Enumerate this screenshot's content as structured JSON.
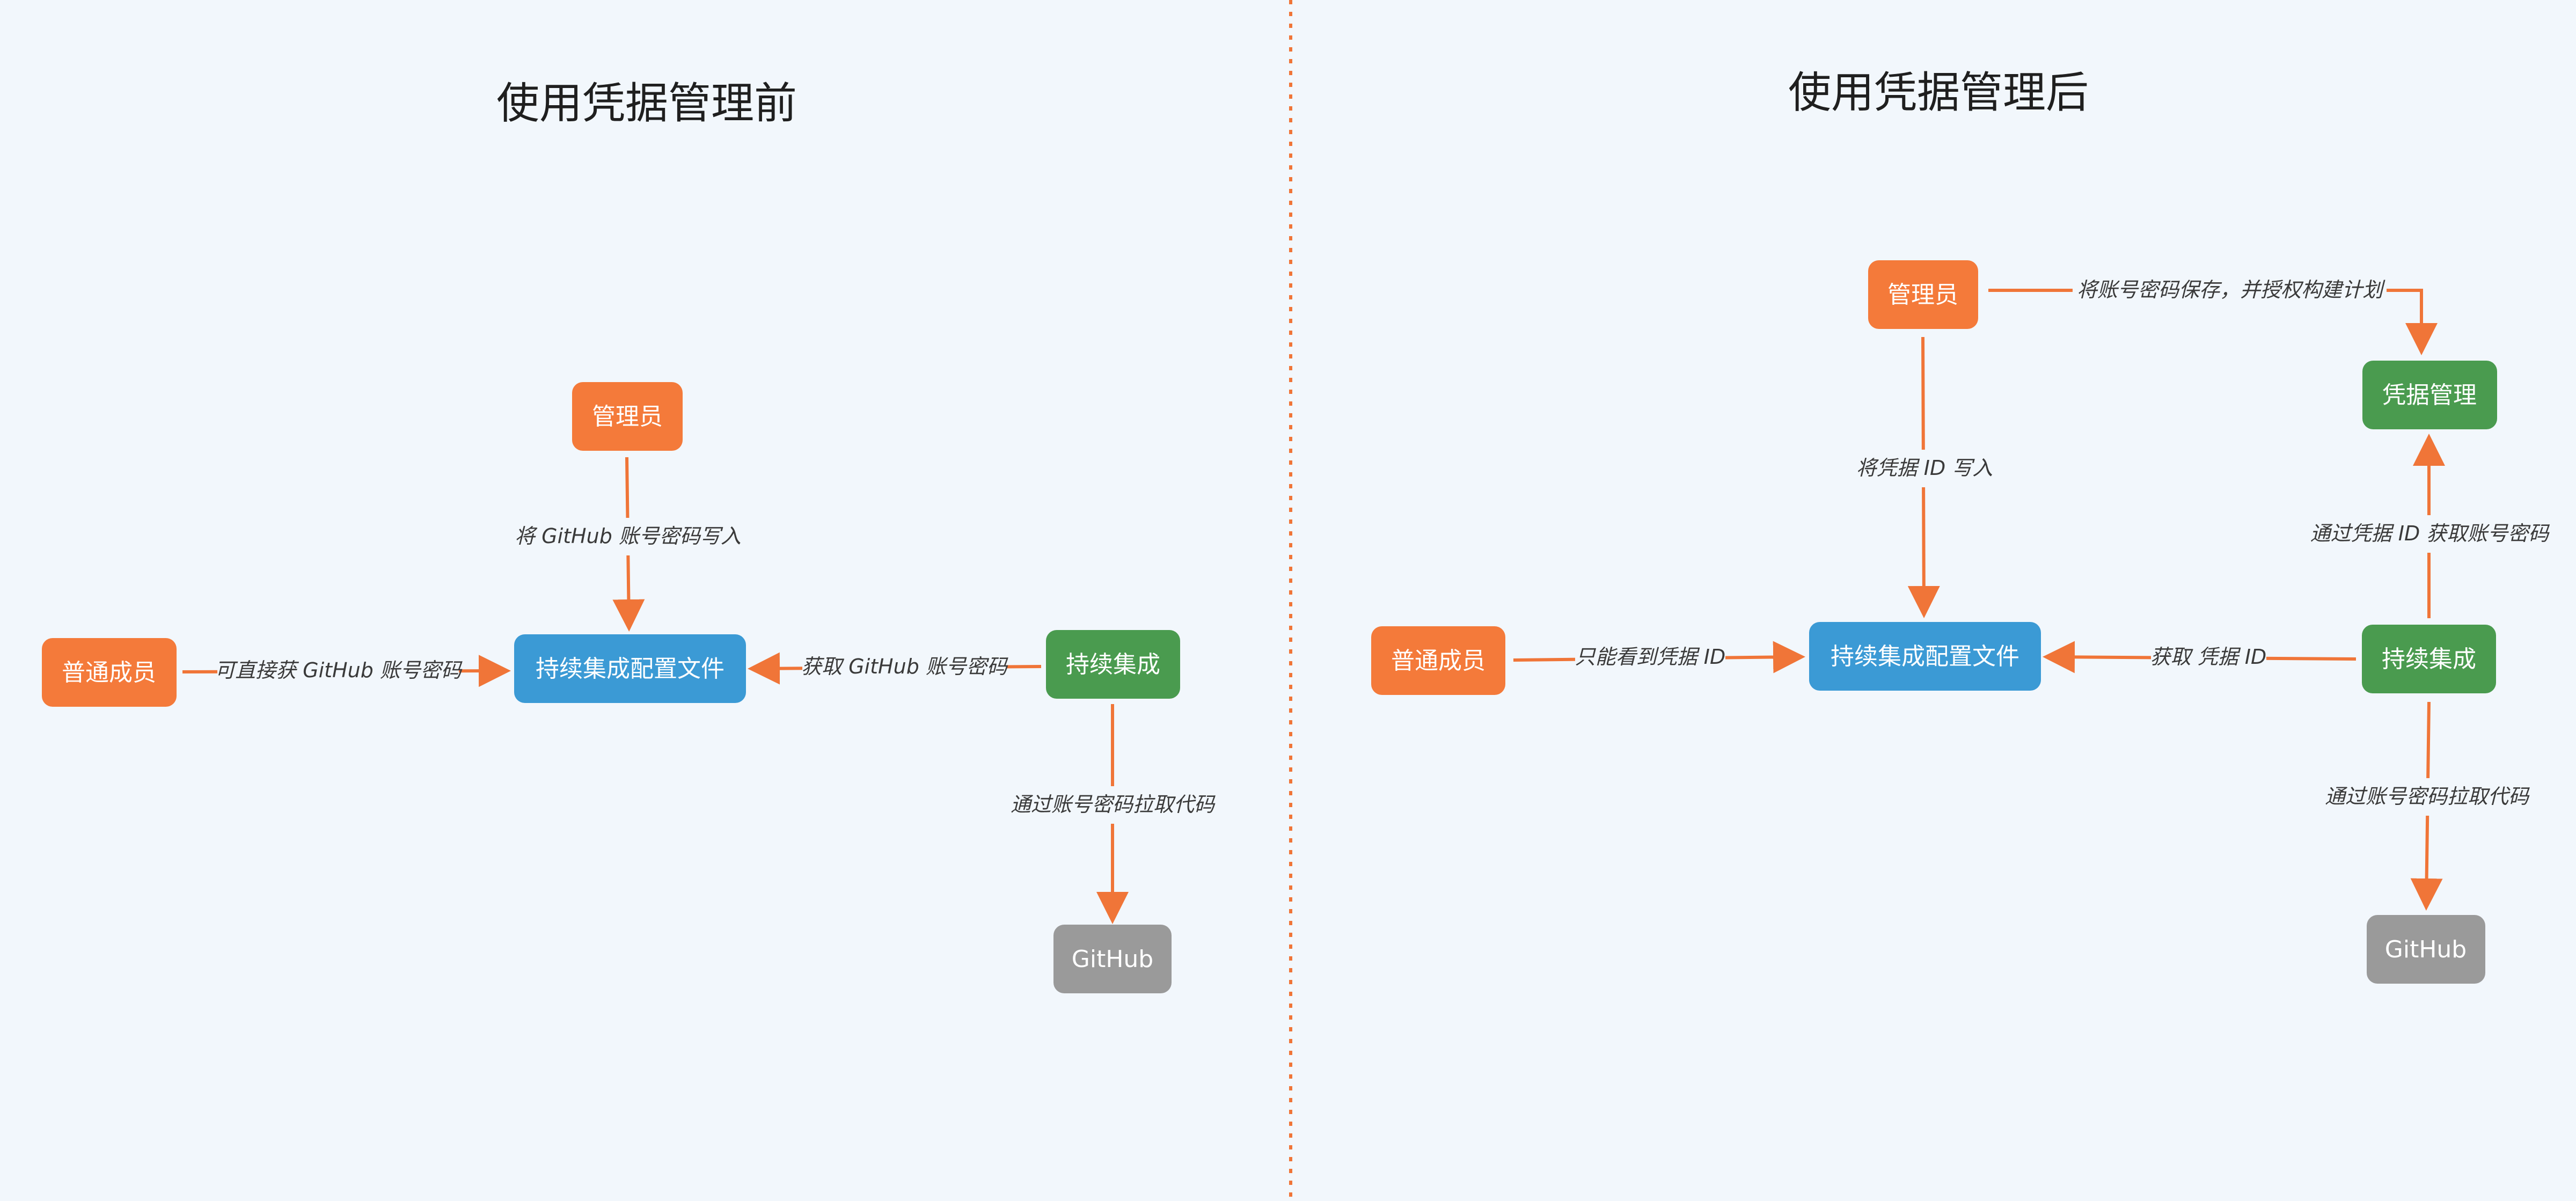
{
  "colors": {
    "background": "#f2f7fc",
    "orange": "#f47a3a",
    "blue": "#3b9ad5",
    "green": "#4a9b4f",
    "gray": "#9a9a9a",
    "arrow": "#f07538",
    "divider": "#f07538"
  },
  "before": {
    "title": "使用凭据管理前",
    "nodes": {
      "admin": "管理员",
      "member": "普通成员",
      "config": "持续集成配置文件",
      "ci": "持续集成",
      "github": "GitHub"
    },
    "edges": {
      "admin_to_config": "将 GitHub 账号密码写入",
      "member_to_config": "可直接获 GitHub 账号密码",
      "ci_to_config": "获取 GitHub 账号密码",
      "ci_to_github": "通过账号密码拉取代码"
    }
  },
  "after": {
    "title": "使用凭据管理后",
    "nodes": {
      "admin": "管理员",
      "credential": "凭据管理",
      "member": "普通成员",
      "config": "持续集成配置文件",
      "ci": "持续集成",
      "github": "GitHub"
    },
    "edges": {
      "admin_to_credential": "将账号密码保存，并授权构建计划",
      "admin_to_config": "将凭据 ID 写入",
      "ci_to_credential": "通过凭据 ID 获取账号密码",
      "member_to_config": "只能看到凭据 ID",
      "ci_to_config": "获取 凭据 ID",
      "ci_to_github": "通过账号密码拉取代码"
    }
  }
}
